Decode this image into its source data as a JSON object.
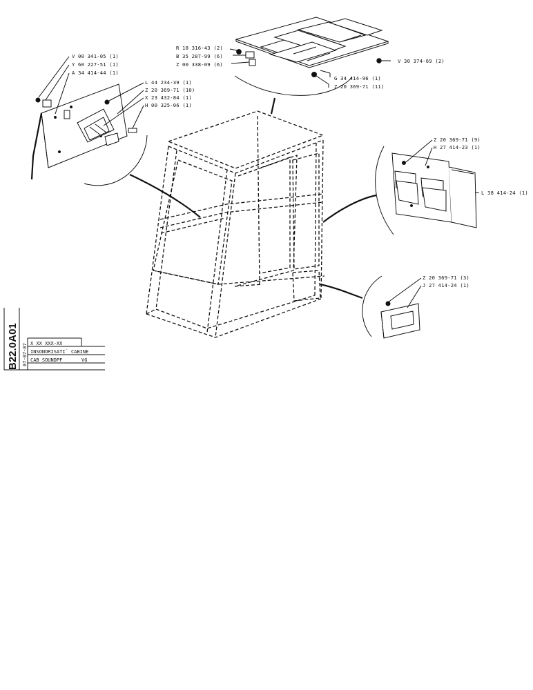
{
  "sheet": {
    "section": "A01",
    "page": "B22.0",
    "date": "07-07-87",
    "serial": "X XX  XXX-XX",
    "title_fr": "INSONORISATI˙   CABINE",
    "title_en": "CAB SOUNDPF",
    "model": "VG"
  },
  "callouts": {
    "roof": [
      "R 18 316-43 (2)",
      "B 35 287-99 (6)",
      "Z 00 338-09 (6)",
      "V 30 374-69 (2)",
      "G 34 414-96 (1)",
      "Z 20 369-71 (11)"
    ],
    "left": [
      "V 00 341-05 (1)",
      "Y 60 227-51 (1)",
      "A 34 414-44 (1)",
      "L 44 234-39 (1)",
      "Z 20 369-71 (10)",
      "X 23 432-84 (1)",
      "H 00 325-06 (1)"
    ],
    "right": [
      "Z 20 369-71 (9)",
      "H 27 414-23 (1)",
      "L 38 414-24 (1)"
    ],
    "lower_right": [
      "Z 20 369-71 (3)",
      "J 27 414-24 (1)"
    ]
  }
}
